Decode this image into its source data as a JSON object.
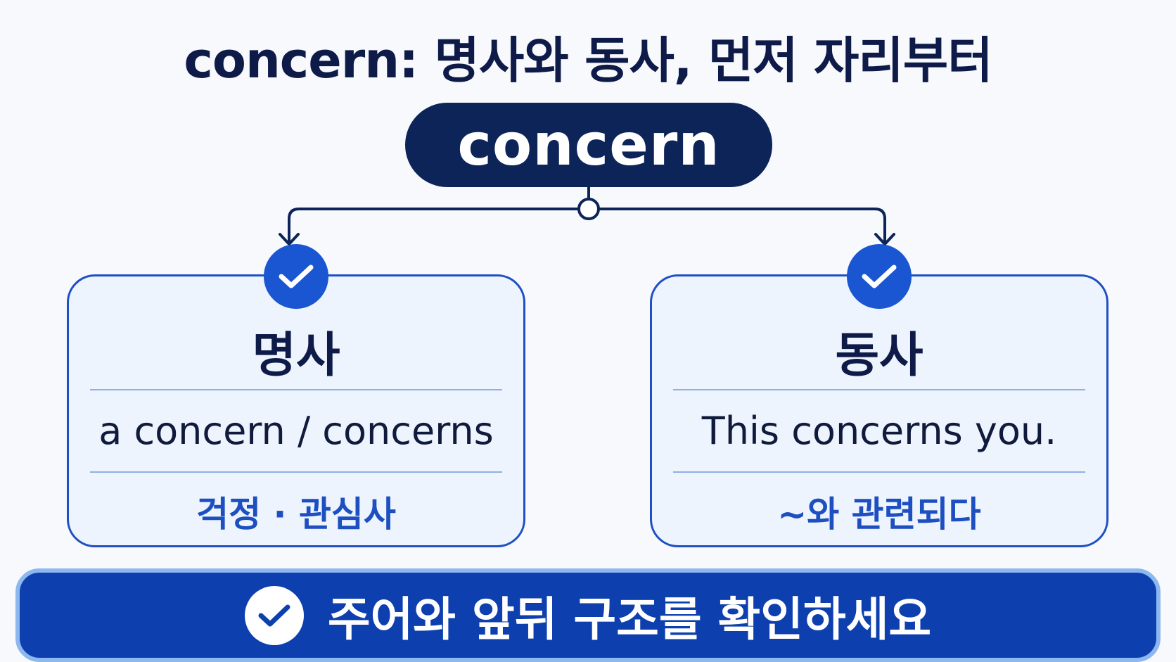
{
  "title": "concern: 명사와 동사, 먼저 자리부터",
  "root_word": "concern",
  "cards": [
    {
      "heading": "명사",
      "example": "a concern / concerns",
      "meaning": "걱정 · 관심사",
      "icon": "check-icon"
    },
    {
      "heading": "동사",
      "example": "This concerns you.",
      "meaning": "~와 관련되다",
      "icon": "check-icon"
    }
  ],
  "banner": {
    "text": "주어와 앞뒤 구조를 확인하세요",
    "icon": "check-icon"
  },
  "colors": {
    "navy": "#0d2459",
    "accent_blue": "#1a56d1",
    "card_bg": "#eef4fd",
    "banner_bg": "#0d3fae",
    "banner_border": "#8db7ef"
  }
}
